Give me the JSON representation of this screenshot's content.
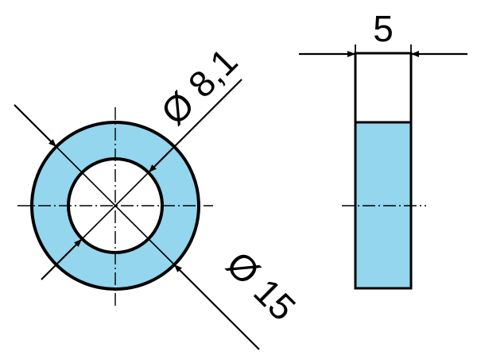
{
  "colors": {
    "fill": "#93d6ee",
    "stroke": "#000000",
    "background": "#ffffff"
  },
  "dimensions": {
    "inner_diameter": "Ø 8,1",
    "outer_diameter": "Ø 15",
    "thickness": "5"
  }
}
